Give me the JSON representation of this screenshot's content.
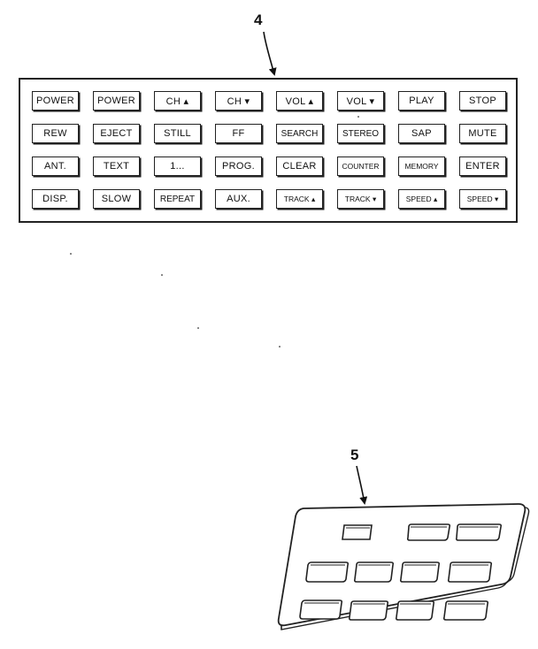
{
  "callouts": {
    "keypad_label": "4",
    "blank_keypad_label": "5"
  },
  "keypad": {
    "rows": [
      [
        "POWER",
        "POWER",
        "CH ▴",
        "CH ▾",
        "VOL ▴",
        "VOL ▾",
        "PLAY",
        "STOP"
      ],
      [
        "REW",
        "EJECT",
        "STILL",
        "FF",
        "SEARCH",
        "STEREO",
        "SAP",
        "MUTE"
      ],
      [
        "ANT.",
        "TEXT",
        "1...",
        "PROG.",
        "CLEAR",
        "COUNTER",
        "MEMORY",
        "ENTER"
      ],
      [
        "DISP.",
        "SLOW",
        "REPEAT",
        "AUX.",
        "TRACK ▴",
        "TRACK ▾",
        "SPEED ▴",
        "SPEED ▾"
      ]
    ]
  },
  "blank_keypad": {
    "key_rows": [
      3,
      4,
      4
    ]
  },
  "colors": {
    "line": "#222222",
    "background": "#ffffff"
  }
}
